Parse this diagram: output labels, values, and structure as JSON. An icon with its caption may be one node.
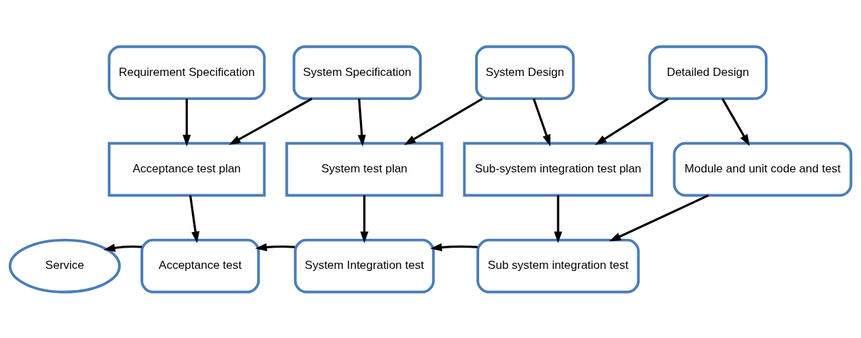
{
  "diagram": {
    "nodes": [
      {
        "text": [
          "Requirement Specification"
        ]
      },
      {
        "text": [
          "System Specification"
        ]
      },
      {
        "text": [
          "System Design"
        ]
      },
      {
        "text": [
          "Detailed Design"
        ]
      },
      {
        "text": [
          "Acceptance test plan"
        ]
      },
      {
        "text": [
          "System test plan"
        ]
      },
      {
        "text": [
          "Sub-system integration test plan"
        ]
      },
      {
        "text": [
          "Module and unit code and test"
        ]
      },
      {
        "text": [
          "Service"
        ]
      },
      {
        "text": [
          "Acceptance test"
        ]
      },
      {
        "text": [
          "System Integration test"
        ]
      },
      {
        "text": [
          "Sub system integration test"
        ]
      }
    ],
    "edges": [
      {
        "from": 0,
        "to": 4,
        "arrow": "to"
      },
      {
        "from": 1,
        "to": 4,
        "arrow": "to"
      },
      {
        "from": 1,
        "to": 5,
        "arrow": "to"
      },
      {
        "from": 2,
        "to": 5,
        "arrow": "to"
      },
      {
        "from": 2,
        "to": 6,
        "arrow": "to"
      },
      {
        "from": 3,
        "to": 6,
        "arrow": "to"
      },
      {
        "from": 3,
        "to": 7,
        "arrow": "to"
      },
      {
        "from": 4,
        "to": 9,
        "arrow": "to"
      },
      {
        "from": 5,
        "to": 10,
        "arrow": "to"
      },
      {
        "from": 6,
        "to": 11,
        "arrow": "to"
      },
      {
        "from": 7,
        "to": 11,
        "arrow": "to"
      },
      {
        "from": 11,
        "to": 10,
        "arrow": "to"
      },
      {
        "from": 10,
        "to": 9,
        "arrow": "to"
      },
      {
        "from": 9,
        "to": 8,
        "arrow": "to"
      }
    ]
  }
}
